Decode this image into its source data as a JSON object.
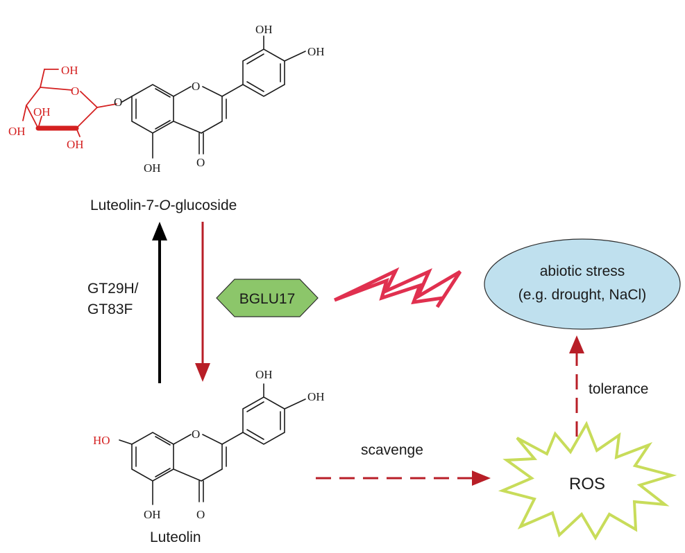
{
  "compounds": {
    "glucoside_name_pre": "Luteolin-7-",
    "glucoside_name_o": "O",
    "glucoside_name_post": "-glucoside",
    "luteolin_name": "Luteolin"
  },
  "atoms": {
    "oh": "OH",
    "ho": "HO",
    "o": "O"
  },
  "enzymes": {
    "gt_line1": "GT29H/",
    "gt_line2": "GT83F",
    "bglu": "BGLU17"
  },
  "stress": {
    "line1": "abiotic stress",
    "line2": "(e.g. drought, NaCl)"
  },
  "ros": "ROS",
  "actions": {
    "scavenge": "scavenge",
    "tolerance": "tolerance"
  },
  "colors": {
    "arrow_red": "#b81e27",
    "arrow_black": "#000000",
    "sugar_red": "#d42020",
    "lightning": "#e0304f",
    "hexagon_fill": "#8cc66a",
    "ellipse_fill": "#bfe0ee",
    "ros_outline": "#c8dc5a"
  }
}
